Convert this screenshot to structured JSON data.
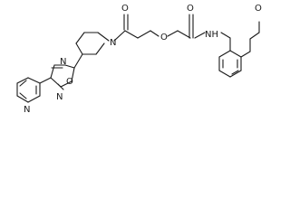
{
  "structure": {
    "type": "skeletal chemical structure",
    "atom_labels": {
      "piperidine_n": "N",
      "carbonyl_o_left": "O",
      "ether_o": "O",
      "carbonyl_o_right": "O",
      "amide_nh": "NH",
      "methoxy_o": "O",
      "oxadiazole_o": "O",
      "oxadiazole_n_top": "N",
      "oxadiazole_n_bottom": "N",
      "pyridine_n": "N"
    },
    "fragments": [
      "methoxybenzyl-icon",
      "amide-group",
      "ether-linker",
      "piperidine-ring",
      "oxadiazole-ring",
      "pyridine-ring"
    ]
  }
}
